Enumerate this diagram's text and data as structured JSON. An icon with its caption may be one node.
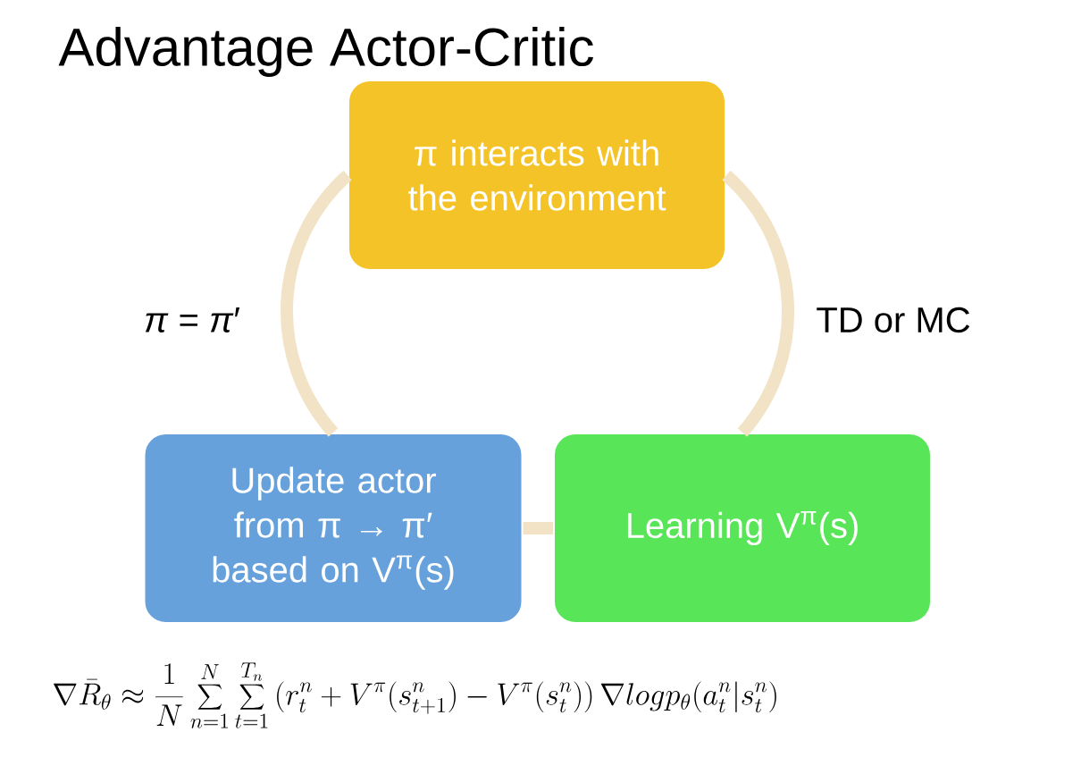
{
  "diagram": {
    "title": "Advantage Actor-Critic",
    "nodes": [
      {
        "text": [
          "π interacts with the environment"
        ]
      },
      {
        "text": [
          "Update actor from π → π′ based on V$^{π}$(s)"
        ]
      },
      {
        "text": [
          "Learning V$^{π}$(s)"
        ]
      }
    ],
    "edges": [
      {
        "from": 0,
        "to": 2,
        "arrow": "none",
        "label": "TD or MC"
      },
      {
        "from": 2,
        "to": 1,
        "arrow": "none"
      },
      {
        "from": 1,
        "to": 0,
        "arrow": "none",
        "label": "*π* = *π*′"
      }
    ],
    "labels": [
      "\\nabla \\bar{R}_\\theta \\approx \\frac{1}{N}\\sum_{n=1}^{N}\\sum_{t=1}^{T_n}\\left(r_t^n + V^\\pi(s_{t+1}^n) - V^\\pi(s_t^n)\\right)\\nabla log p_\\theta(a_t^n|s_t^n)"
    ]
  }
}
